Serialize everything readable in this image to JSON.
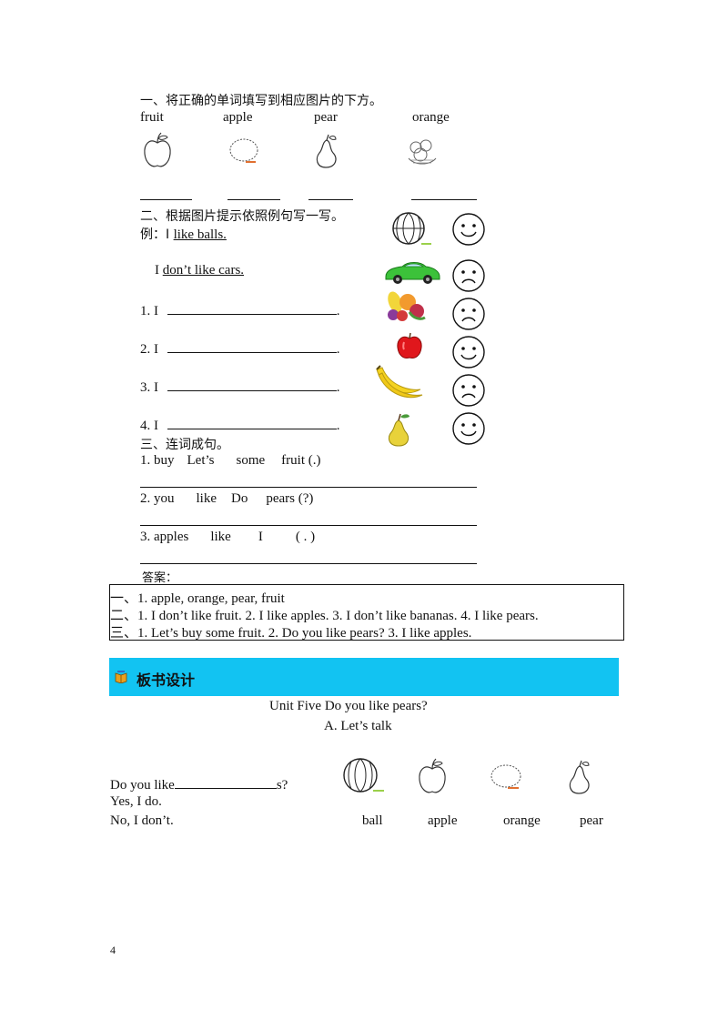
{
  "section1": {
    "title": "一、将正确的单词填写到相应图片的下方。",
    "words": [
      "fruit",
      "apple",
      "pear",
      "orange"
    ]
  },
  "section2": {
    "title": "二、根据图片提示依照例句写一写。",
    "example_prefix": "例：I ",
    "example_like": "like balls.",
    "dont_prefix": "I ",
    "dont_like": "don’t like cars.",
    "items": [
      {
        "num": "1.  I",
        "end": "."
      },
      {
        "num": "2.  I",
        "end": "."
      },
      {
        "num": "3.  I",
        "end": "."
      },
      {
        "num": "4.  I",
        "end": "."
      }
    ]
  },
  "section3": {
    "title": "三、连词成句。",
    "items": [
      [
        "1. buy",
        "Let’s",
        "some",
        "fruit (.)"
      ],
      [
        "2. you",
        "like",
        "Do",
        "pears (?)"
      ],
      [
        "3. apples",
        "like",
        "I",
        "( . )"
      ]
    ]
  },
  "answers": {
    "label": "答案：",
    "lines": [
      "一、1.  apple,  orange,  pear,  fruit",
      "二、1.  I  don’t like fruit. 2.  I  like  apples.  3.  I  don’t like bananas. 4. I  like  pears.",
      "三、1.  Let’s  buy  some  fruit.  2.  Do  you  like  pears?  3.  I  like  apples."
    ]
  },
  "board": {
    "banner_title": "板书设计",
    "unit_title": "Unit Five  Do  you  like  pears?",
    "sub_title": "A.  Let’s  talk",
    "question_prefix": "Do  you  like",
    "question_suffix": "s?",
    "yes": "Yes,  I  do.",
    "no": "No,  I  don’t.",
    "words": [
      "ball",
      "apple",
      "orange",
      "pear"
    ]
  },
  "page_number": "4",
  "colors": {
    "banner": "#12c3f2"
  }
}
